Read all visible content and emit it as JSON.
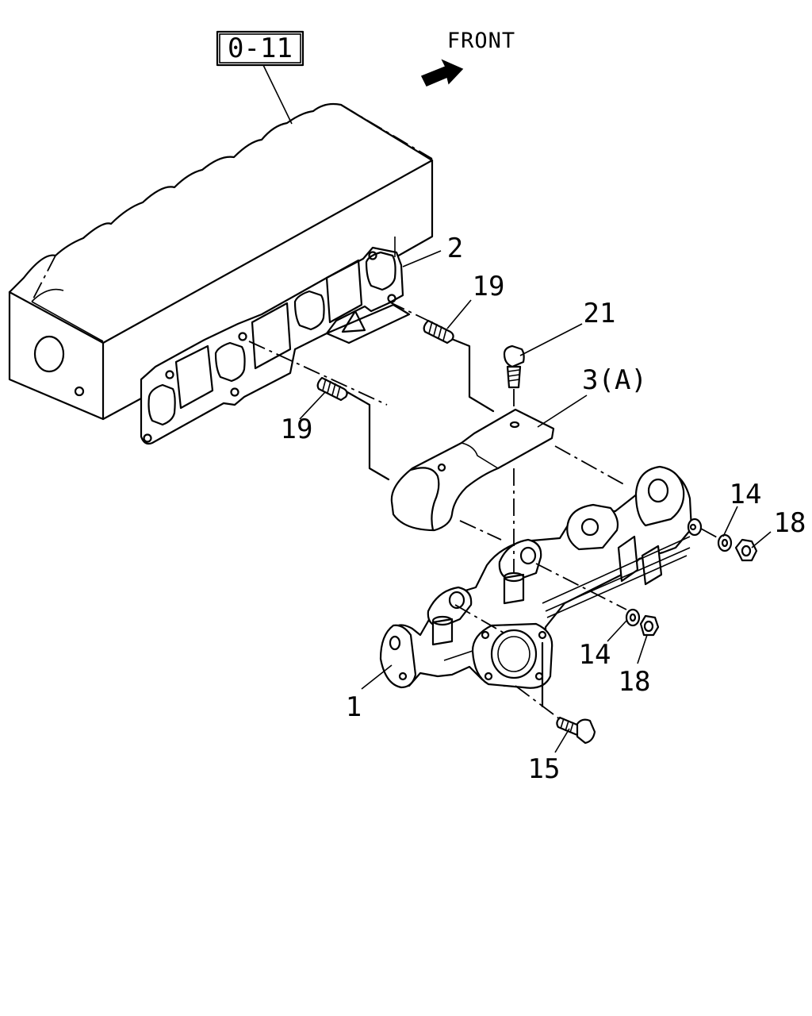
{
  "reference": {
    "code": "0-11"
  },
  "direction": {
    "label": "FRONT"
  },
  "callouts": {
    "c1": "1",
    "c2": "2",
    "c3": "3(A)",
    "c14a": "14",
    "c14b": "14",
    "c15": "15",
    "c18a": "18",
    "c18b": "18",
    "c19a": "19",
    "c19b": "19",
    "c21": "21"
  }
}
